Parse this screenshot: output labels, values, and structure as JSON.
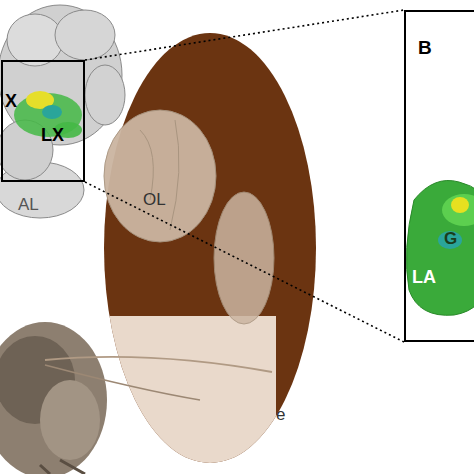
{
  "diagram": {
    "nodes": [
      {
        "text": [
          "X",
          "LX"
        ]
      },
      {
        "text": [
          "B"
        ]
      },
      {
        "text": [
          "G",
          "LA"
        ],
        "in": 1
      }
    ],
    "edges": [
      {
        "from": 0,
        "to": 1,
        "arrow": "none"
      },
      {
        "from": 0,
        "to": 1,
        "arrow": "none"
      }
    ],
    "labels": [
      "AL",
      "OL",
      "e"
    ]
  }
}
